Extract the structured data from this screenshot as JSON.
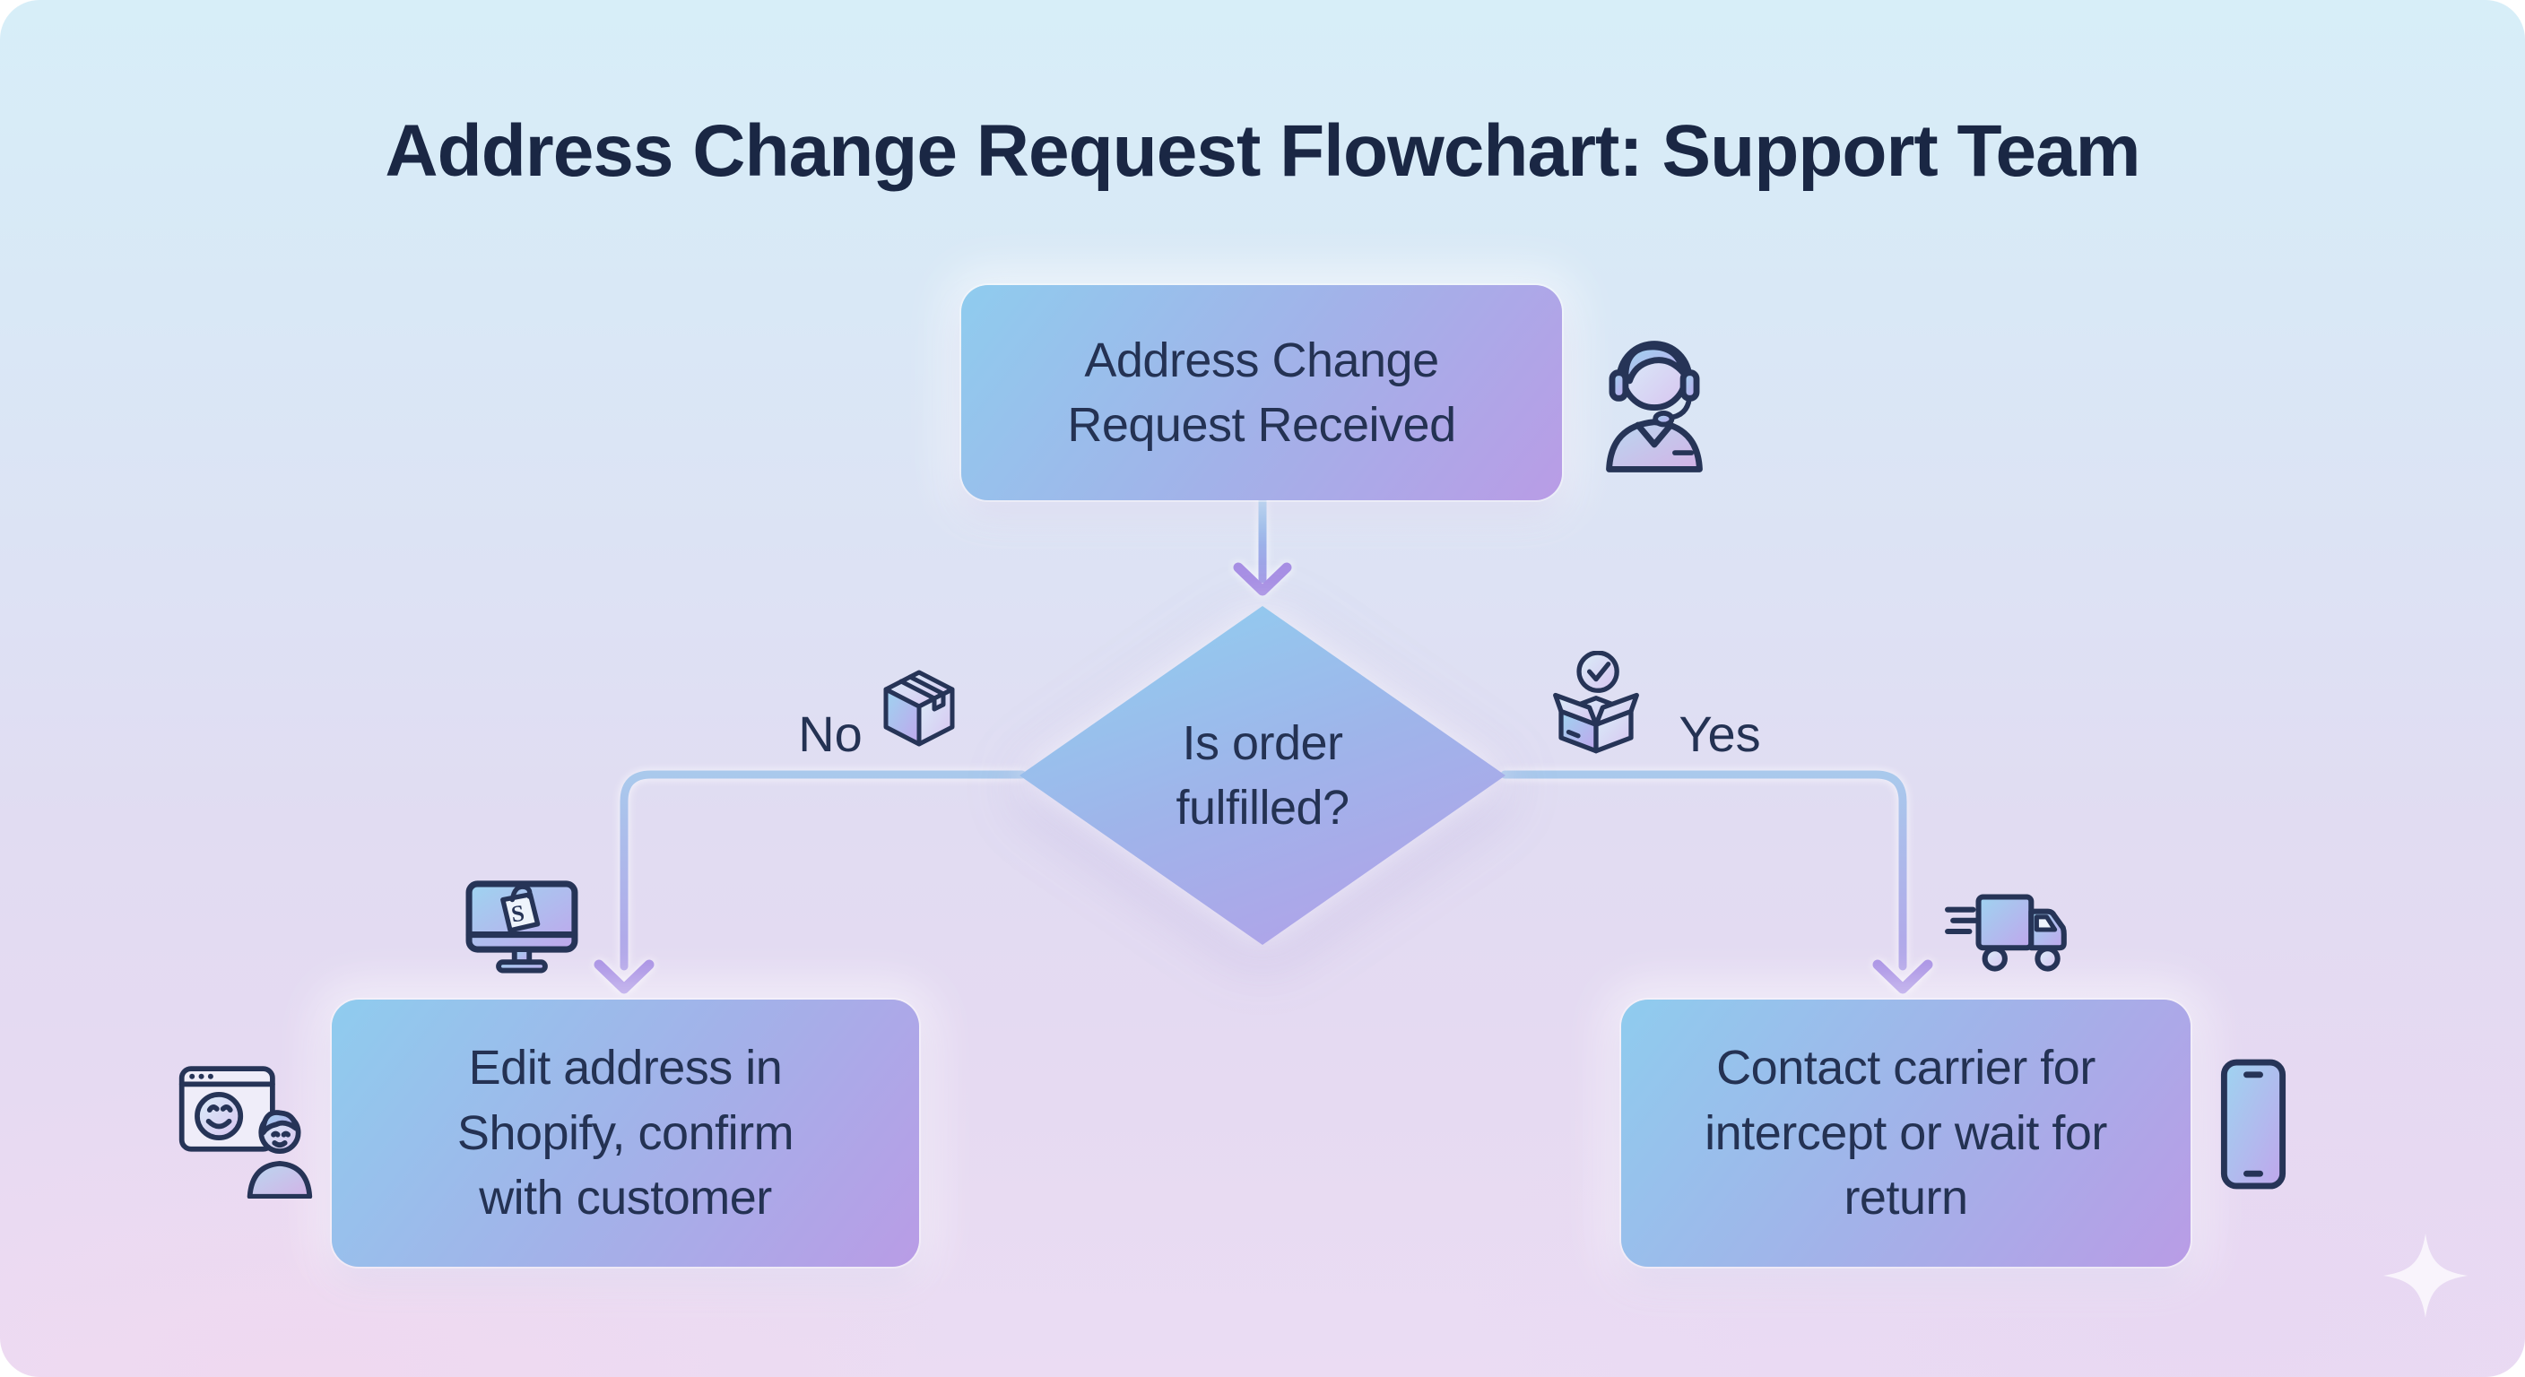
{
  "title": "Address Change Request Flowchart: Support Team",
  "flow": {
    "start": {
      "text": "Address Change\nRequest Received",
      "icon": "support-agent"
    },
    "decision": {
      "text": "Is order\nfulfilled?"
    },
    "no_branch": {
      "label": "No",
      "icon": "package-closed",
      "node_text": "Edit address in\nShopify, confirm\nwith customer",
      "node_icons": [
        "shopify-monitor",
        "customer-browser"
      ]
    },
    "yes_branch": {
      "label": "Yes",
      "icon": "package-open-check",
      "node_text": "Contact carrier for\nintercept or wait for\nreturn",
      "node_icons": [
        "delivery-truck",
        "smartphone"
      ]
    }
  },
  "decoration": {
    "sparkle": "four-point-star"
  },
  "colors": {
    "background_top": "#d7eef8",
    "background_bottom": "#ebdcf3",
    "node_gradient_start": "#8fccee",
    "node_gradient_end": "#b99ce6",
    "text_dark": "#243253",
    "title_color": "#1a2744",
    "connector_blue": "#a9c9ec",
    "arrowhead_purple": "#a78fe4",
    "icon_stroke": "#263457"
  }
}
